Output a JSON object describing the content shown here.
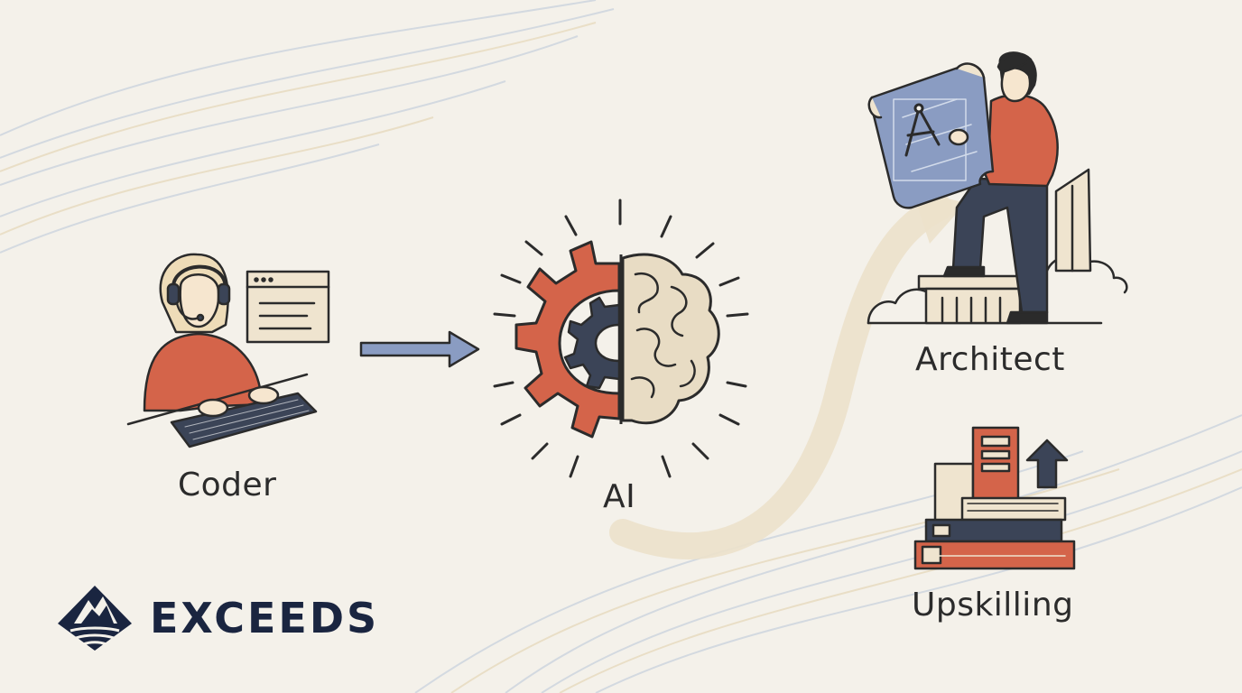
{
  "labels": {
    "coder": "Coder",
    "ai": "AI",
    "architect": "Architect",
    "upskilling": "Upskilling"
  },
  "brand": {
    "name": "EXCEEDS"
  },
  "icons": {
    "coder": "person-headset-keyboard-icon",
    "ai": "gear-brain-icon",
    "architect": "person-blueprint-icon",
    "upskilling": "books-arrow-up-icon",
    "logo": "mountain-logo-icon"
  },
  "colors": {
    "background": "#f4f1ea",
    "accent": "#d4644a",
    "navy": "#3b4457",
    "blueprint": "#8a9cc2",
    "cream": "#e8dcc4",
    "brand": "#1a2540"
  }
}
